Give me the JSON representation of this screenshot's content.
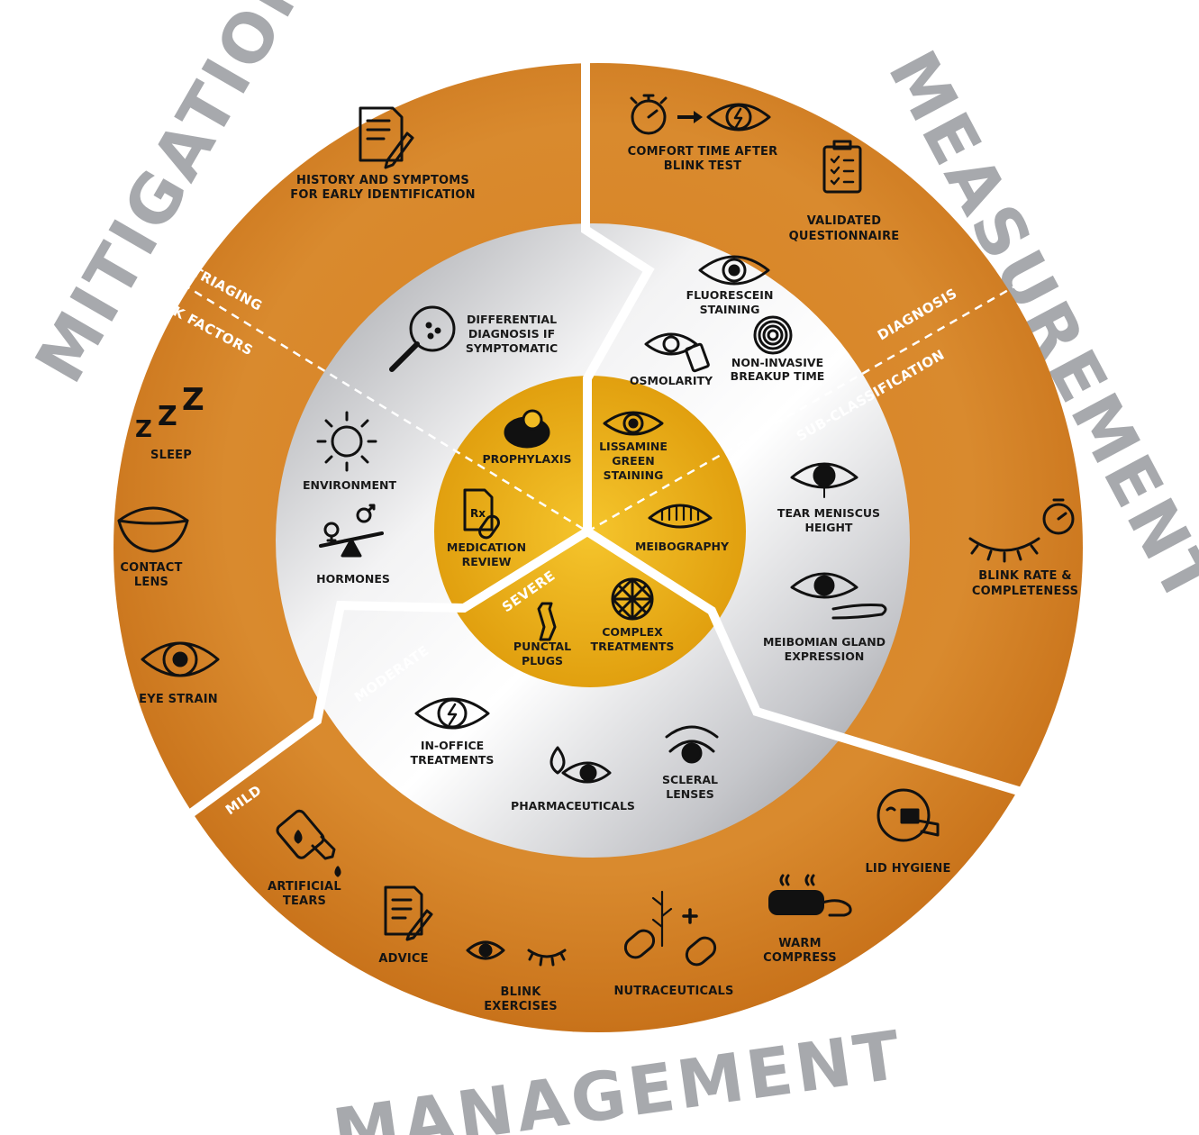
{
  "headings": {
    "mitigation": "MITIGATION",
    "measurement": "MEASUREMENT",
    "management": "MANAGEMENT"
  },
  "segment_labels": {
    "triaging": "TRIAGING",
    "risk_factors": "RISK FACTORS",
    "diagnosis": "DIAGNOSIS",
    "sub_classification": "SUB-CLASSIFICATION",
    "mild": "MILD",
    "moderate": "MODERATE",
    "severe": "SEVERE"
  },
  "items": {
    "history": [
      "HISTORY AND SYMPTOMS",
      "FOR EARLY IDENTIFICATION"
    ],
    "comfort_time": [
      "COMFORT TIME AFTER",
      "BLINK TEST"
    ],
    "validated_questionnaire": [
      "VALIDATED",
      "QUESTIONNAIRE"
    ],
    "sleep": [
      "SLEEP"
    ],
    "contact_lens": [
      "CONTACT",
      "LENS"
    ],
    "eye_strain": [
      "EYE STRAIN"
    ],
    "blink_rate": [
      "BLINK RATE &",
      "COMPLETENESS"
    ],
    "differential_diagnosis": [
      "DIFFERENTIAL",
      "DIAGNOSIS IF",
      "SYMPTOMATIC"
    ],
    "fluorescein": [
      "FLUORESCEIN",
      "STAINING"
    ],
    "osmolarity": [
      "OSMOLARITY"
    ],
    "nibut": [
      "NON-INVASIVE",
      "BREAKUP TIME"
    ],
    "environment": [
      "ENVIRONMENT"
    ],
    "hormones": [
      "HORMONES"
    ],
    "tear_meniscus": [
      "TEAR MENISCUS",
      "HEIGHT"
    ],
    "meibomian_expression": [
      "MEIBOMIAN GLAND",
      "EXPRESSION"
    ],
    "prophylaxis": [
      "PROPHYLAXIS"
    ],
    "lissamine": [
      "LISSAMINE",
      "GREEN",
      "STAINING"
    ],
    "medication_review": [
      "MEDICATION",
      "REVIEW"
    ],
    "meibography": [
      "MEIBOGRAPHY"
    ],
    "punctal_plugs": [
      "PUNCTAL",
      "PLUGS"
    ],
    "complex_treatments": [
      "COMPLEX",
      "TREATMENTS"
    ],
    "in_office": [
      "IN-OFFICE",
      "TREATMENTS"
    ],
    "pharmaceuticals": [
      "PHARMACEUTICALS"
    ],
    "scleral_lenses": [
      "SCLERAL",
      "LENSES"
    ],
    "artificial_tears": [
      "ARTIFICIAL",
      "TEARS"
    ],
    "advice": [
      "ADVICE"
    ],
    "blink_exercises": [
      "BLINK",
      "EXERCISES"
    ],
    "nutraceuticals": [
      "NUTRACEUTICALS"
    ],
    "warm_compress": [
      "WARM",
      "COMPRESS"
    ],
    "lid_hygiene": [
      "LID HYGIENE"
    ]
  },
  "colors": {
    "orange": "#d9892c",
    "orange_dark": "#c06f1a",
    "gold": "#e8aa12",
    "silver_light": "#f4f4f5",
    "silver_dark": "#8e9096",
    "heading_gray": "#a7a9ad"
  }
}
